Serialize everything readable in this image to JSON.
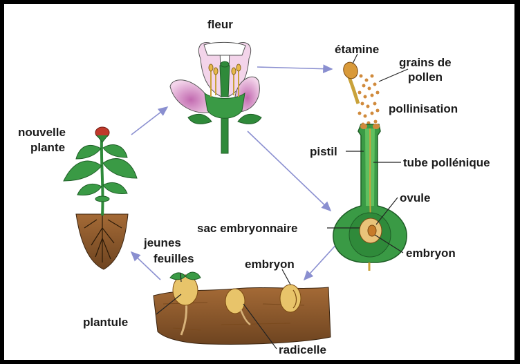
{
  "labels": {
    "fleur": "fleur",
    "etamine": "étamine",
    "grains_line1": "grains de",
    "grains_line2": "pollen",
    "pollinisation": "pollinisation",
    "pistil": "pistil",
    "tube_pollenique": "tube pollénique",
    "ovule": "ovule",
    "sac_embryonnaire": "sac embryonnaire",
    "embryon_right": "embryon",
    "embryon_soil": "embryon",
    "nouvelle_line1": "nouvelle",
    "nouvelle_line2": "plante",
    "jeunes_line1": "jeunes",
    "jeunes_line2": "feuilles",
    "plantule": "plantule",
    "radicelle": "radicelle"
  },
  "colors": {
    "frame": "#000000",
    "arrow": "#8a8fd0",
    "stem_green": "#2f8a3a",
    "dark_green": "#1f5e27",
    "petal_pink": "#e4a9d6",
    "soil_brown": "#8a5a2e",
    "seed_yellow": "#e8c46a",
    "pollen": "#d08a3c"
  }
}
